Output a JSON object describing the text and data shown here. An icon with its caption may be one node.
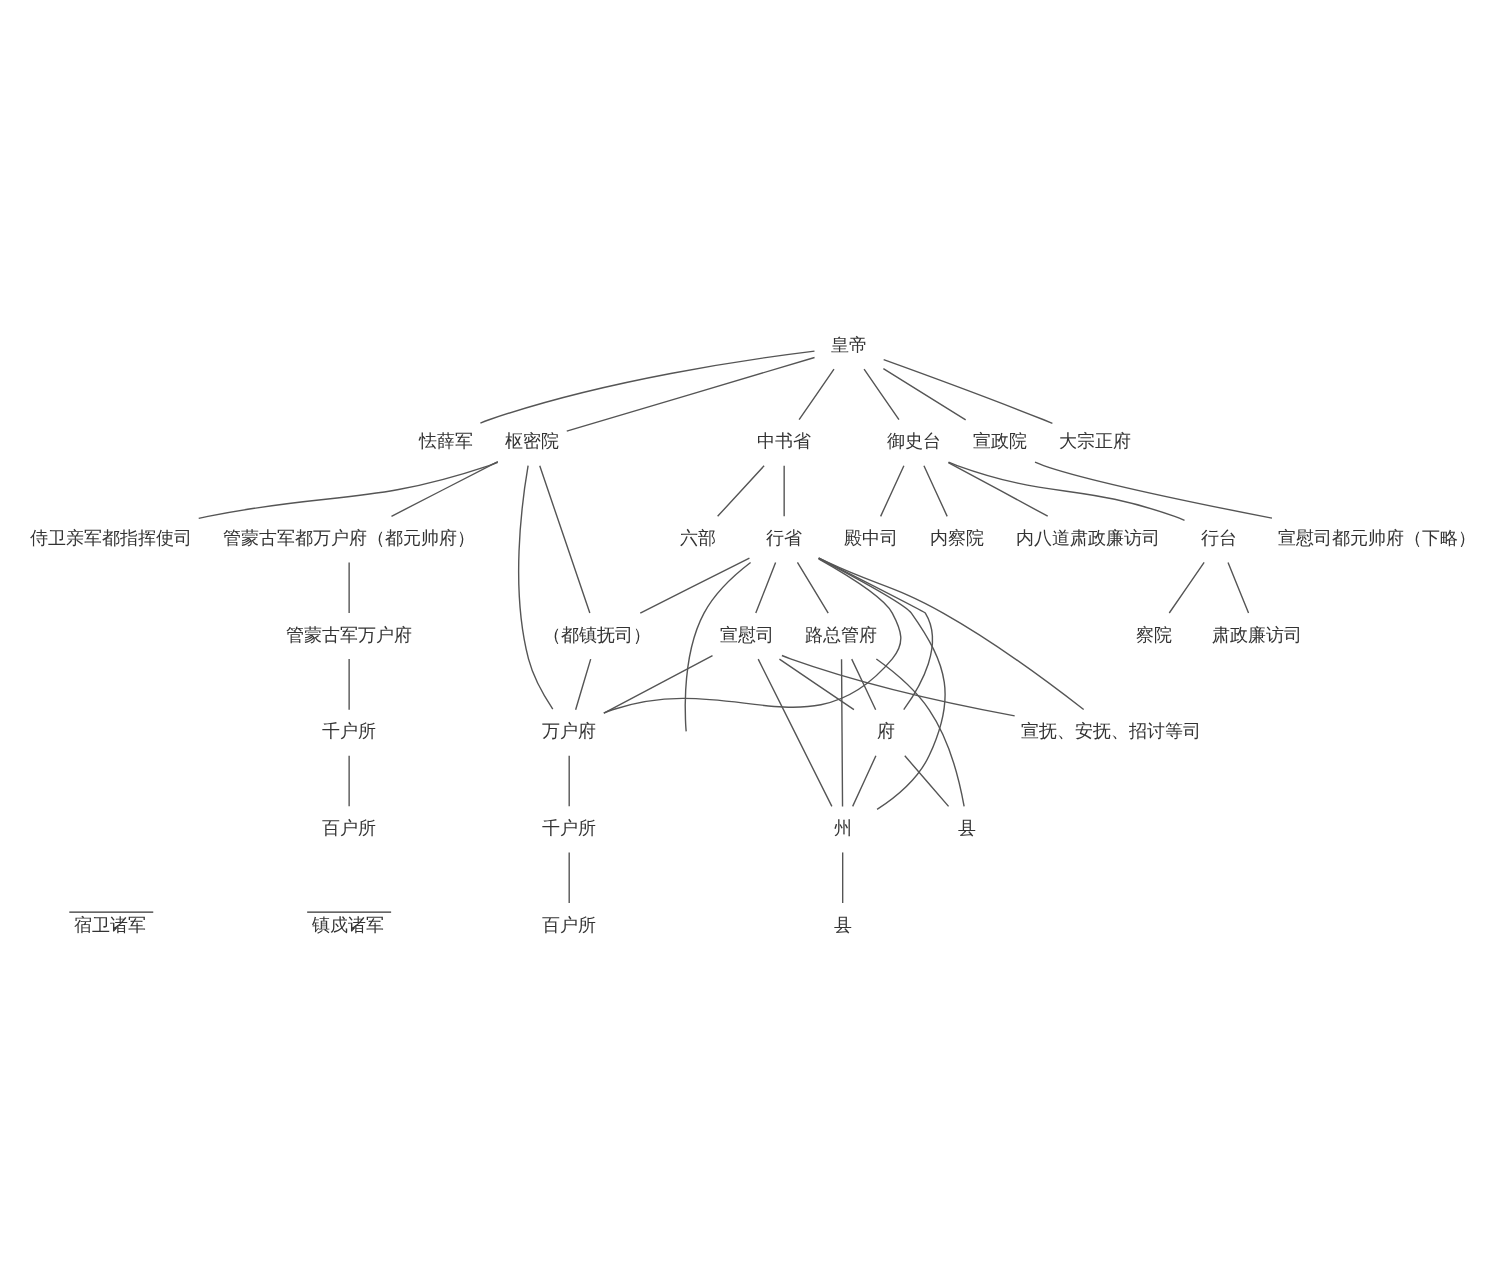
{
  "diagram": {
    "nodes": [
      {
        "text": [
          "皇帝"
        ]
      },
      {
        "text": [
          "怯薛军"
        ]
      },
      {
        "text": [
          "枢密院"
        ]
      },
      {
        "text": [
          "中书省"
        ]
      },
      {
        "text": [
          "御史台"
        ]
      },
      {
        "text": [
          "宣政院"
        ]
      },
      {
        "text": [
          "大宗正府"
        ]
      },
      {
        "text": [
          "六部"
        ]
      },
      {
        "text": [
          "行省"
        ]
      },
      {
        "text": [
          "行台"
        ]
      },
      {
        "text": [
          "殿中司"
        ]
      },
      {
        "text": [
          "内察院"
        ]
      },
      {
        "text": [
          "内八道肃政廉访司"
        ]
      },
      {
        "text": [
          "宣慰司都元帅府（下略）"
        ]
      },
      {
        "text": [
          "侍卫亲军都指挥使司"
        ]
      },
      {
        "text": [
          "管蒙古军都万户府（都元帅府）"
        ]
      },
      {
        "text": [
          "（都镇抚司）"
        ]
      },
      {
        "text": [
          "宣慰司"
        ]
      },
      {
        "text": [
          "察院"
        ]
      },
      {
        "text": [
          "肃政廉访司"
        ]
      },
      {
        "text": [
          "路总管府"
        ]
      },
      {
        "text": [
          "宣抚、安抚、招讨等司"
        ]
      },
      {
        "text": [
          "管蒙古军万户府"
        ]
      },
      {
        "text": [
          "万户府"
        ]
      },
      {
        "text": [
          "府"
        ]
      },
      {
        "text": [
          "千户所"
        ]
      },
      {
        "text": [
          "千户所"
        ]
      },
      {
        "text": [
          "百户所"
        ]
      },
      {
        "text": [
          "百户所"
        ]
      },
      {
        "text": [
          "州"
        ]
      },
      {
        "text": [
          "县"
        ]
      },
      {
        "text": [
          "县"
        ]
      }
    ],
    "edges": [
      {
        "from": 0,
        "to": 1,
        "arrow": "none"
      },
      {
        "from": 0,
        "to": 2,
        "arrow": "none"
      },
      {
        "from": 0,
        "to": 3,
        "arrow": "none"
      },
      {
        "from": 0,
        "to": 4,
        "arrow": "none"
      },
      {
        "from": 0,
        "to": 5,
        "arrow": "none"
      },
      {
        "from": 0,
        "to": 6,
        "arrow": "none"
      },
      {
        "from": 3,
        "to": 7,
        "arrow": "none"
      },
      {
        "from": 3,
        "to": 8,
        "arrow": "none"
      },
      {
        "from": 4,
        "to": 10,
        "arrow": "none"
      },
      {
        "from": 4,
        "to": 11,
        "arrow": "none"
      },
      {
        "from": 4,
        "to": 12,
        "arrow": "none"
      },
      {
        "from": 4,
        "to": 9,
        "arrow": "none"
      },
      {
        "from": 9,
        "to": 18,
        "arrow": "none"
      },
      {
        "from": 9,
        "to": 19,
        "arrow": "none"
      },
      {
        "from": 5,
        "to": 13,
        "arrow": "none"
      },
      {
        "from": 2,
        "to": 14,
        "arrow": "none"
      },
      {
        "from": 2,
        "to": 15,
        "arrow": "none"
      },
      {
        "from": 2,
        "to": 23,
        "arrow": "none"
      },
      {
        "from": 2,
        "to": 16,
        "arrow": "none"
      },
      {
        "from": 15,
        "to": 22,
        "arrow": "none"
      },
      {
        "from": 22,
        "to": 25,
        "arrow": "none"
      },
      {
        "from": 25,
        "to": 27,
        "arrow": "none"
      },
      {
        "from": 8,
        "to": 16,
        "arrow": "none"
      },
      {
        "from": 8,
        "to": null,
        "arrow": "none"
      },
      {
        "from": 8,
        "to": 17,
        "arrow": "none"
      },
      {
        "from": 8,
        "to": 20,
        "arrow": "none"
      },
      {
        "from": 8,
        "to": 23,
        "arrow": "none"
      },
      {
        "from": 8,
        "to": 29,
        "arrow": "none"
      },
      {
        "from": 8,
        "to": 24,
        "arrow": "none"
      },
      {
        "from": 8,
        "to": 21,
        "arrow": "none"
      },
      {
        "from": 16,
        "to": 23,
        "arrow": "none"
      },
      {
        "from": 17,
        "to": 23,
        "arrow": "none"
      },
      {
        "from": 17,
        "to": 29,
        "arrow": "none"
      },
      {
        "from": 17,
        "to": 24,
        "arrow": "none"
      },
      {
        "from": 17,
        "to": 21,
        "arrow": "none"
      },
      {
        "from": 20,
        "to": 29,
        "arrow": "none"
      },
      {
        "from": 20,
        "to": 24,
        "arrow": "none"
      },
      {
        "from": 20,
        "to": 30,
        "arrow": "none"
      },
      {
        "from": 24,
        "to": 29,
        "arrow": "none"
      },
      {
        "from": 24,
        "to": 30,
        "arrow": "none"
      },
      {
        "from": 23,
        "to": 26,
        "arrow": "none"
      },
      {
        "from": 26,
        "to": 28,
        "arrow": "none"
      },
      {
        "from": 29,
        "to": 31,
        "arrow": "none"
      }
    ],
    "labels": [
      "宿卫诸军",
      "镇戍诸军"
    ]
  }
}
